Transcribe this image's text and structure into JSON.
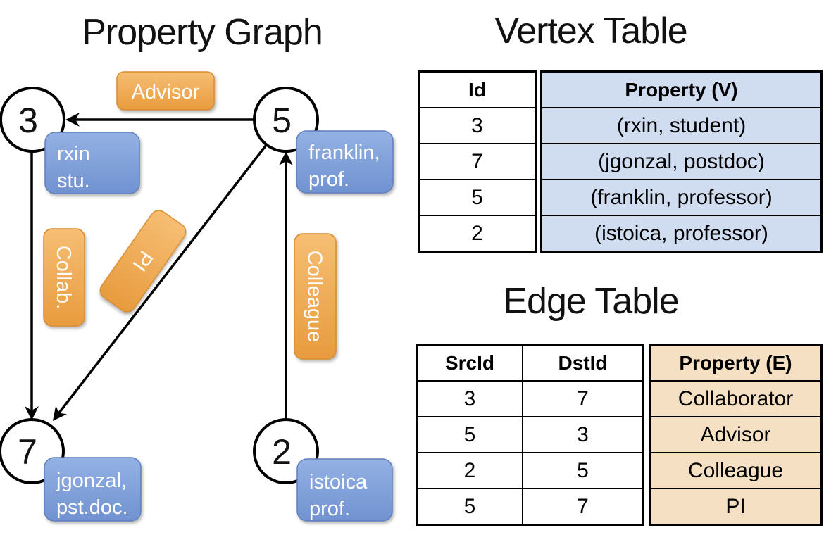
{
  "titles": {
    "graph": "Property Graph",
    "vertex_table": "Vertex Table",
    "edge_table": "Edge Table"
  },
  "graph": {
    "nodes": [
      {
        "id": "3",
        "prop_line1": "rxin",
        "prop_line2": "stu."
      },
      {
        "id": "5",
        "prop_line1": "franklin,",
        "prop_line2": "prof."
      },
      {
        "id": "7",
        "prop_line1": "jgonzal,",
        "prop_line2": "pst.doc."
      },
      {
        "id": "2",
        "prop_line1": "istoica",
        "prop_line2": "prof."
      }
    ],
    "edge_labels": {
      "advisor": "Advisor",
      "collab": "Collab.",
      "pi": "PI",
      "colleague": "Colleague"
    }
  },
  "vertex_table": {
    "columns": [
      "Id",
      "Property (V)"
    ],
    "rows": [
      [
        "3",
        "(rxin, student)"
      ],
      [
        "7",
        "(jgonzal, postdoc)"
      ],
      [
        "5",
        "(franklin, professor)"
      ],
      [
        "2",
        "(istoica, professor)"
      ]
    ]
  },
  "edge_table": {
    "columns": [
      "SrcId",
      "DstId",
      "Property (E)"
    ],
    "rows": [
      [
        "3",
        "7",
        "Collaborator"
      ],
      [
        "5",
        "3",
        "Advisor"
      ],
      [
        "2",
        "5",
        "Colleague"
      ],
      [
        "5",
        "7",
        "PI"
      ]
    ]
  },
  "colors": {
    "orange_box_top": "#f6be74",
    "orange_box_bottom": "#e89b3e",
    "orange_box_border": "#d98d31",
    "blue_box_top": "#93b1e3",
    "blue_box_bottom": "#7192d1",
    "blue_box_border": "#6080bd",
    "vertex_cell_bg": "#d0ddf1",
    "edge_cell_bg": "#f5e0c3",
    "line_color": "#000000"
  }
}
